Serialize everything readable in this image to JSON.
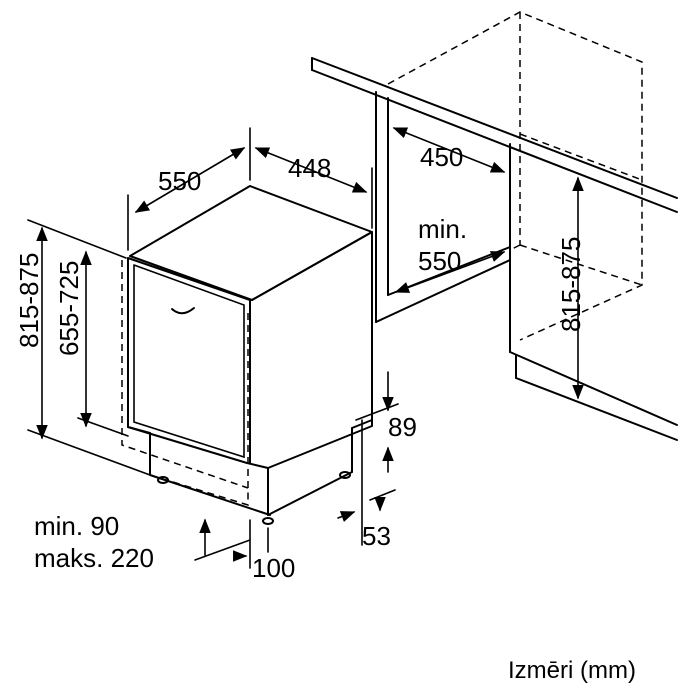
{
  "dimensions": {
    "depth": "550",
    "width": "448",
    "height": "815-875",
    "height_inner": "655-725",
    "niche_width": "450",
    "niche_depth_line1": "min.",
    "niche_depth_line2": "550",
    "niche_height": "815-875",
    "plinth_height": "89",
    "plinth_clearance": "53",
    "plinth_depth_line1": "min. 90",
    "plinth_depth_line2": "maks. 220",
    "foot_offset": "100"
  },
  "caption": "Izmēri (mm)"
}
